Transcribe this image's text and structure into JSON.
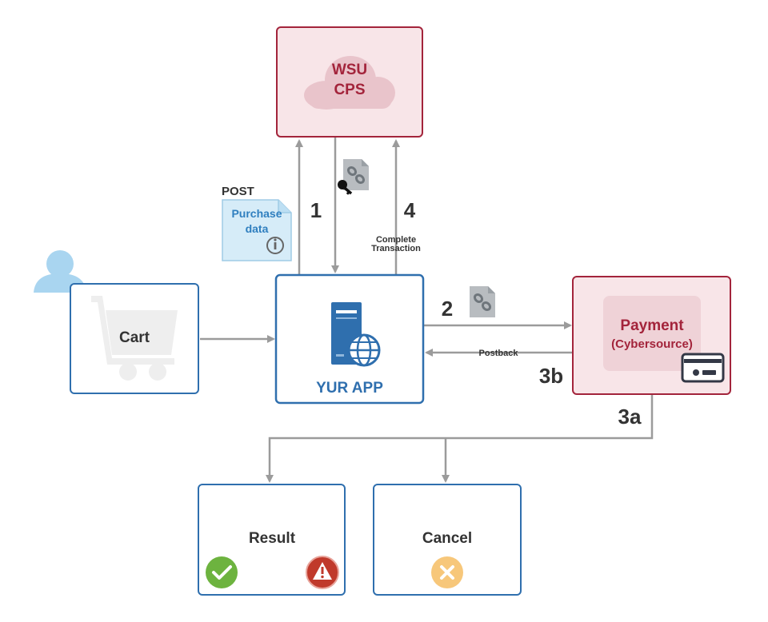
{
  "nodes": {
    "cps": {
      "line1": "WSU",
      "line2": "CPS"
    },
    "cart": {
      "label": "Cart"
    },
    "app": {
      "label": "YUR APP"
    },
    "payment": {
      "line1": "Payment",
      "line2": "(Cybersource)"
    },
    "result": {
      "label": "Result"
    },
    "cancel": {
      "label": "Cancel"
    }
  },
  "annotations": {
    "post": "POST",
    "purchase_doc_line1": "Purchase",
    "purchase_doc_line2": "data"
  },
  "steps": {
    "s1": "1",
    "s2": "2",
    "s3a": "3a",
    "s3b": "3b",
    "s4": "4",
    "complete_line1": "Complete",
    "complete_line2": "Transaction",
    "postback": "Postback"
  },
  "colors": {
    "blue_border": "#2f6fae",
    "blue_text": "#2f6fae",
    "red_border": "#a3243b",
    "red_fill": "#f8e5e8",
    "red_text": "#a3243b",
    "arrow": "#9b9b9b",
    "dark_text": "#333333",
    "success": "#6db33f",
    "warning": "#c0392b",
    "cancel": "#f7c77a",
    "user": "#a9d5f0",
    "doc_fill": "#d6ecf8"
  },
  "icons": [
    "cloud-icon",
    "user-icon",
    "cart-icon",
    "server-icon",
    "globe-icon",
    "credit-card-icon",
    "link-document-icon",
    "key-icon",
    "info-document-icon",
    "check-circle-icon",
    "warning-icon",
    "close-circle-icon"
  ]
}
